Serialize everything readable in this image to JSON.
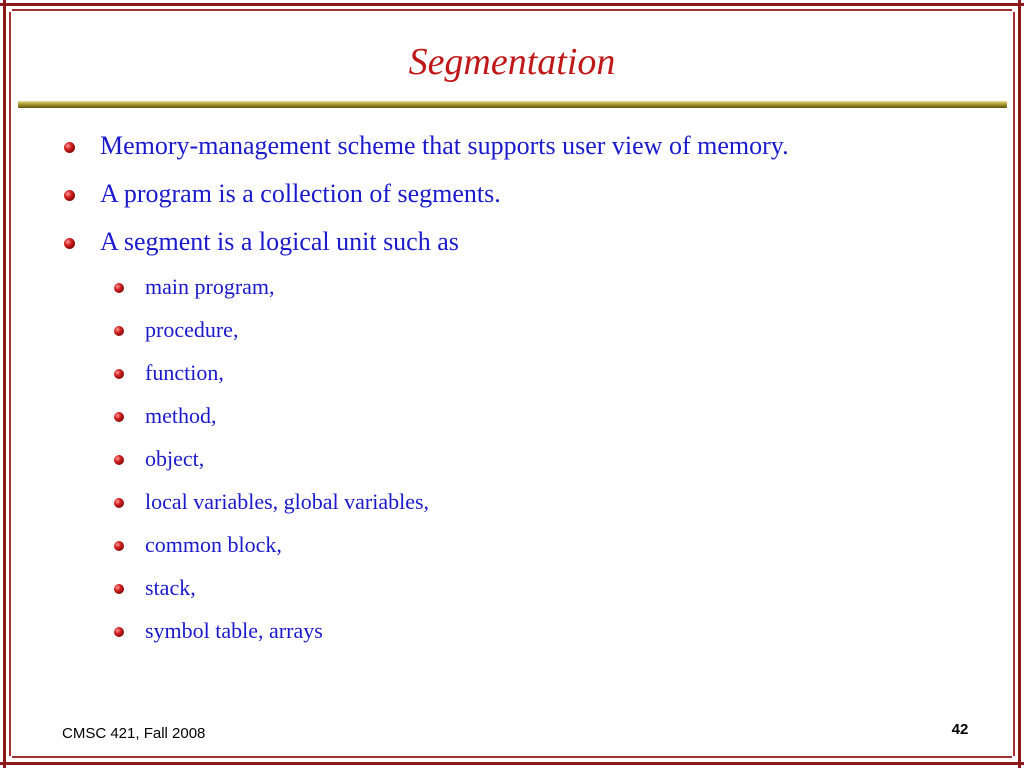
{
  "slide": {
    "title": "Segmentation",
    "bullets": [
      "Memory-management scheme that supports user view of memory.",
      "A program is a collection of segments.",
      "A segment is a logical unit such as"
    ],
    "sub_bullets": [
      "main program,",
      "procedure,",
      "function,",
      "method,",
      "object,",
      "local variables, global variables,",
      "common block,",
      "stack,",
      "symbol table, arrays"
    ],
    "footer": "CMSC 421, Fall 2008",
    "page_number": "42"
  },
  "colors": {
    "title": "#c01818",
    "body_text": "#1a1acc",
    "frame": "#8b1a1a",
    "title_rule": "#8a7a20",
    "bullet": "#d22020"
  },
  "icons": {
    "bullet": "red-sphere-bullet-icon"
  }
}
